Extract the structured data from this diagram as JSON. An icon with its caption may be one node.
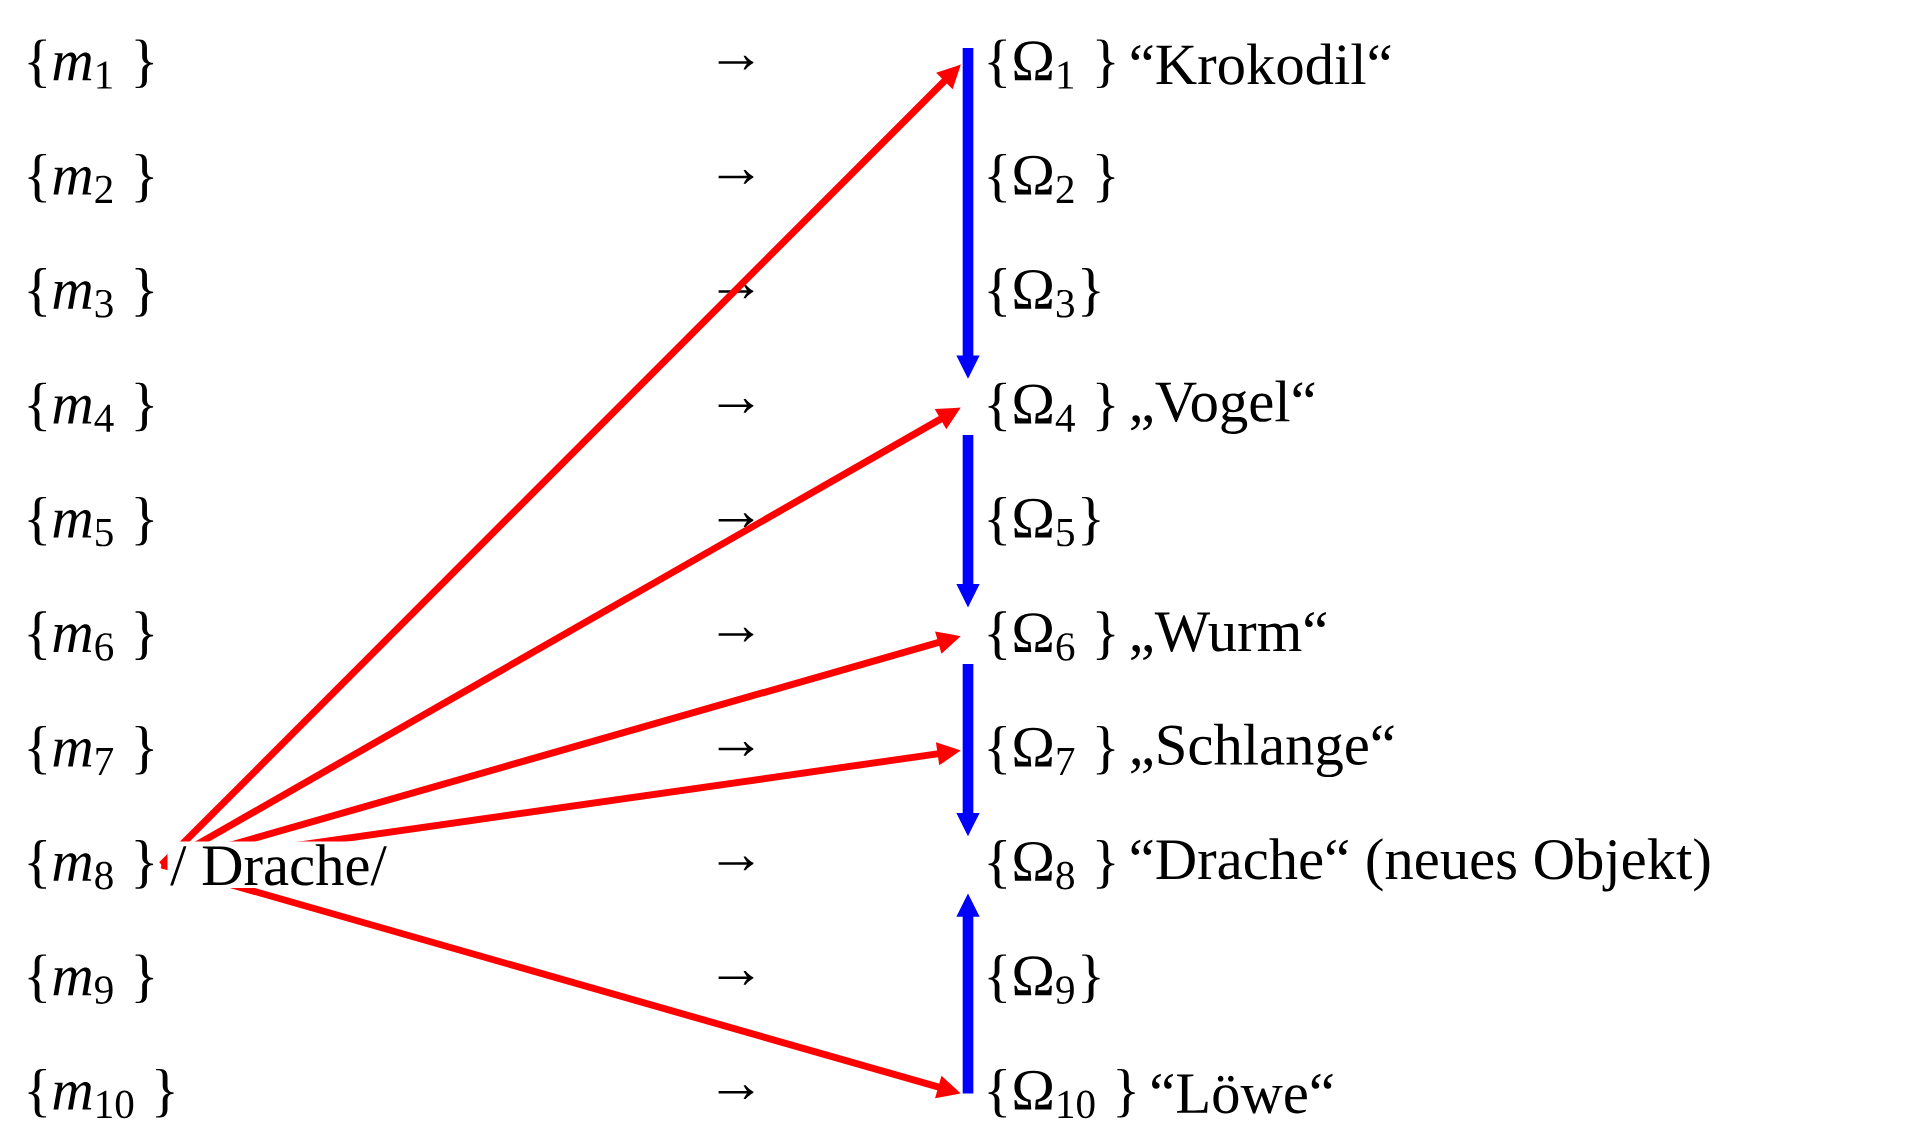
{
  "diagram": {
    "nodes": [
      {
        "text": [
          "{*m*$_{1}$ }"
        ]
      },
      {
        "text": [
          "{*m*$_{2}$ }"
        ]
      },
      {
        "text": [
          "{*m*$_{3}$ }"
        ]
      },
      {
        "text": [
          "{*m*$_{4}$ }"
        ]
      },
      {
        "text": [
          "{*m*$_{5}$ }"
        ]
      },
      {
        "text": [
          "{*m*$_{6}$ }"
        ]
      },
      {
        "text": [
          "{*m*$_{7}$ }"
        ]
      },
      {
        "text": [
          "{*m*$_{8}$ }"
        ],
        "beside": [
          "/ Drache/"
        ]
      },
      {
        "text": [
          "{*m*$_{9}$ }"
        ]
      },
      {
        "text": [
          "{*m*$_{10}$ }"
        ]
      },
      {
        "text": [
          "{Ω$_{1}$ }"
        ],
        "beside": [
          "“Krokodil“"
        ]
      },
      {
        "text": [
          "{Ω$_{2}$ }"
        ]
      },
      {
        "text": [
          "{Ω$_{3}$}"
        ]
      },
      {
        "text": [
          "{Ω$_{4}$ }"
        ],
        "beside": [
          "„Vogel“"
        ]
      },
      {
        "text": [
          "{Ω$_{5}$}"
        ]
      },
      {
        "text": [
          "{Ω$_{6}$ }"
        ],
        "beside": [
          "„Wurm“"
        ]
      },
      {
        "text": [
          "{Ω$_{7}$ }"
        ],
        "beside": [
          "„Schlange“"
        ]
      },
      {
        "text": [
          "{Ω$_{8}$ }"
        ],
        "beside": [
          "“Drache“ (neues Objekt)"
        ]
      },
      {
        "text": [
          "{Ω$_{9}$}"
        ]
      },
      {
        "text": [
          "{Ω$_{10}$ }"
        ],
        "beside": [
          "“Löwe“"
        ]
      }
    ],
    "edges": [
      {
        "from": 7,
        "to": 10,
        "arrow": "to",
        "color": "#ff0000"
      },
      {
        "from": 7,
        "to": 13,
        "arrow": "to",
        "color": "#ff0000"
      },
      {
        "from": 7,
        "to": 15,
        "arrow": "to",
        "color": "#ff0000"
      },
      {
        "from": 7,
        "to": 16,
        "arrow": "to",
        "color": "#ff0000"
      },
      {
        "from": 7,
        "to": 19,
        "arrow": "to",
        "color": "#ff0000"
      },
      {
        "from": 10,
        "to": 13,
        "arrow": "to",
        "color": "#0000ff"
      },
      {
        "from": 13,
        "to": 15,
        "arrow": "to",
        "color": "#0000ff"
      },
      {
        "from": 15,
        "to": 17,
        "arrow": "to",
        "color": "#0000ff"
      },
      {
        "from": 19,
        "to": 17,
        "arrow": "to",
        "color": "#0000ff"
      }
    ],
    "labels": [
      "→",
      "→",
      "→",
      "→",
      "→",
      "→",
      "→",
      "→",
      "→",
      "→"
    ]
  }
}
